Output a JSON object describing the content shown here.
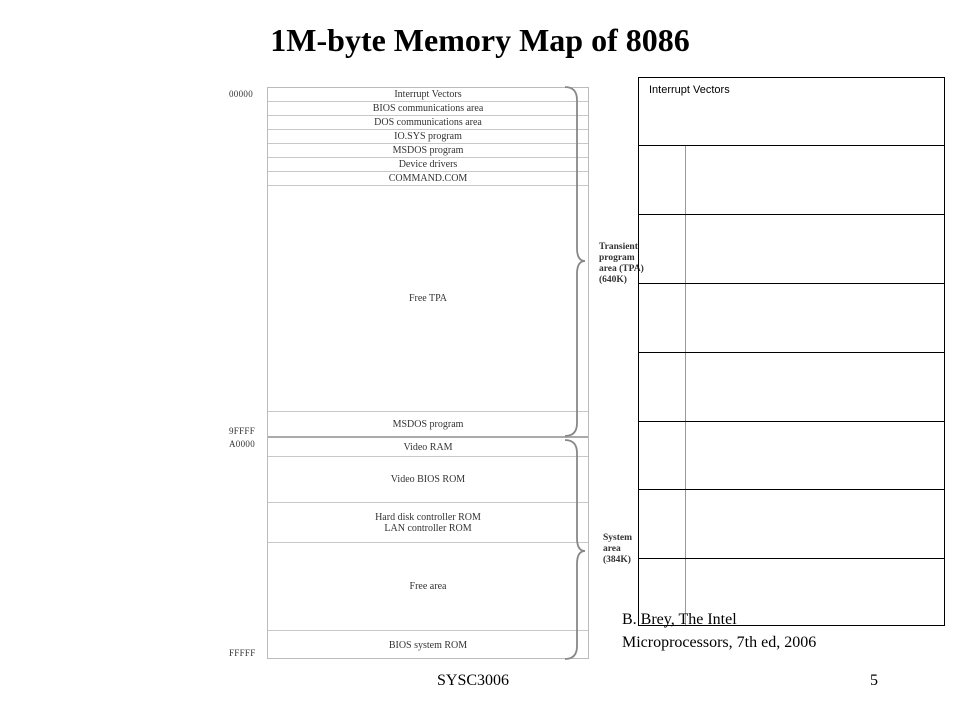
{
  "title": "1M-byte Memory Map of 8086",
  "addresses": {
    "a00000": "00000",
    "a9ffff": "9FFFF",
    "aa0000": "A0000",
    "affff": "FFFFF"
  },
  "regions": [
    {
      "label": "Interrupt Vectors"
    },
    {
      "label": "BIOS communications area"
    },
    {
      "label": "DOS communications area"
    },
    {
      "label": "IO.SYS program"
    },
    {
      "label": "MSDOS program"
    },
    {
      "label": "Device drivers"
    },
    {
      "label": "COMMAND.COM"
    },
    {
      "label": "Free TPA"
    },
    {
      "label": "MSDOS program"
    },
    {
      "label": "Video RAM"
    },
    {
      "label": "Video BIOS ROM"
    },
    {
      "label": "Hard disk controller ROM"
    },
    {
      "label": "LAN controller ROM"
    },
    {
      "label": "Free area"
    },
    {
      "label": "BIOS system ROM"
    }
  ],
  "braces": {
    "tpa": {
      "l1": "Transient",
      "l2": "program",
      "l3": "area (TPA)",
      "l4": "(640K)"
    },
    "system": {
      "l1": "System",
      "l2": "area",
      "l3": "(384K)"
    }
  },
  "table": {
    "first_row_label": "Interrupt Vectors"
  },
  "citation": {
    "line1": "B. Brey, The Intel",
    "line2": "Microprocessors, 7th ed, 2006"
  },
  "footer": {
    "course": "SYSC3006",
    "page": "5"
  }
}
